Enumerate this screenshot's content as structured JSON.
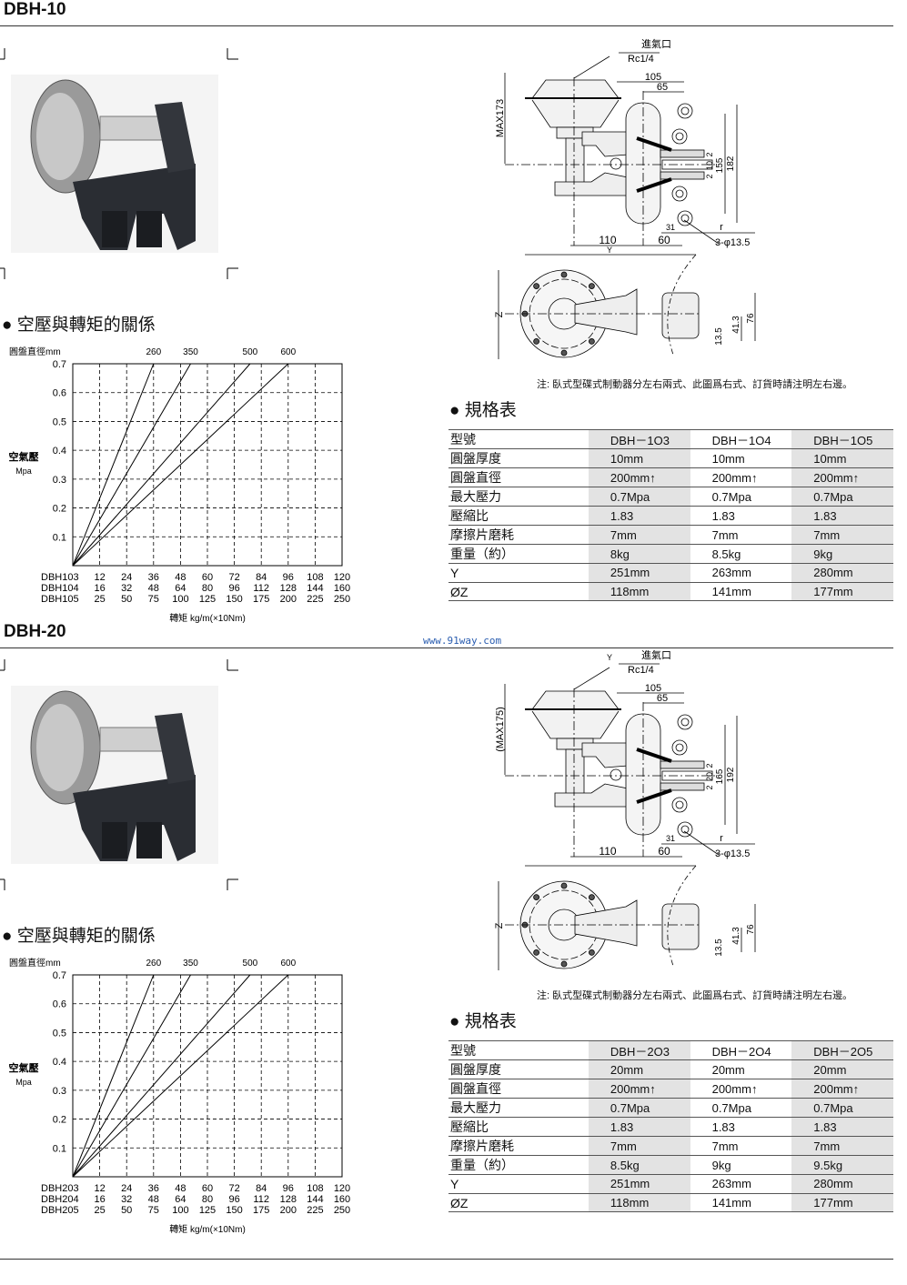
{
  "watermark": "www.91way.com",
  "sections": [
    {
      "title": "DBH-10",
      "chart_heading": "● 空壓與轉矩的關係",
      "spec_heading": "● 規格表",
      "note": "注: 臥式型碟式制動器分左右兩式、此圖爲右式、訂貨時請注明左右邊。",
      "drawing": {
        "inlet": "進氣口",
        "inlet_thread": "Rc1/4",
        "max_height": "MAX173",
        "dim_105": "105",
        "dim_65": "65",
        "dim_2a": "2",
        "dim_gap": "10",
        "dim_2b": "2",
        "dim_inner": "155",
        "dim_outer": "182",
        "dim_31": "31",
        "dim_r": "r",
        "dim_110": "110",
        "dim_60": "60",
        "dim_y": "Y",
        "holes": "3-φ13.5",
        "dim_z": "Z",
        "dim_76": "76",
        "dim_413": "41.3",
        "dim_135": "13.5"
      },
      "chart_data": {
        "type": "line",
        "title": "空壓與轉矩的關係",
        "top_label": "圓盤直徑mm",
        "ylabel": "空氣壓",
        "yunit": "Mpa",
        "xlabel": "轉矩 kg/m(×10Nm)",
        "ylim": [
          0,
          0.7
        ],
        "xlim": [
          0,
          120
        ],
        "grid": true,
        "yticks": [
          "0.1",
          "0.2",
          "0.3",
          "0.4",
          "0.5",
          "0.6",
          "0.7"
        ],
        "x_rows": [
          {
            "model": "DBH103",
            "ticks": [
              "12",
              "24",
              "36",
              "48",
              "60",
              "72",
              "84",
              "96",
              "108",
              "120"
            ]
          },
          {
            "model": "DBH104",
            "ticks": [
              "16",
              "32",
              "48",
              "64",
              "80",
              "96",
              "112",
              "128",
              "144",
              "160"
            ]
          },
          {
            "model": "DBH105",
            "ticks": [
              "25",
              "50",
              "75",
              "100",
              "125",
              "150",
              "175",
              "200",
              "225",
              "250"
            ]
          }
        ],
        "series": [
          {
            "name": "260",
            "points": [
              [
                0,
                0
              ],
              [
                36,
                0.7
              ]
            ]
          },
          {
            "name": "350",
            "points": [
              [
                0,
                0
              ],
              [
                52.5,
                0.7
              ]
            ]
          },
          {
            "name": "500",
            "points": [
              [
                0,
                0
              ],
              [
                79,
                0.7
              ]
            ]
          },
          {
            "name": "600",
            "points": [
              [
                0,
                0
              ],
              [
                96,
                0.7
              ]
            ]
          }
        ]
      },
      "spec_table": [
        [
          "型號",
          "DBH－1O3",
          "DBH－1O4",
          "DBH－1O5"
        ],
        [
          "圓盤厚度",
          "10mm",
          "10mm",
          "10mm"
        ],
        [
          "圓盤直徑",
          "200mm↑",
          "200mm↑",
          "200mm↑"
        ],
        [
          "最大壓力",
          "0.7Mpa",
          "0.7Mpa",
          "0.7Mpa"
        ],
        [
          "壓縮比",
          "1.83",
          "1.83",
          "1.83"
        ],
        [
          "摩擦片磨耗",
          "7mm",
          "7mm",
          "7mm"
        ],
        [
          "重量（約）",
          "8kg",
          "8.5kg",
          "9kg"
        ],
        [
          " Y",
          "251mm",
          "263mm",
          "280mm"
        ],
        [
          "ØZ",
          "118mm",
          "141mm",
          "177mm"
        ]
      ]
    },
    {
      "title": "DBH-20",
      "chart_heading": "● 空壓與轉矩的關係",
      "spec_heading": "● 規格表",
      "note": "注: 臥式型碟式制動器分左右兩式、此圖爲右式、訂貨時請注明左右邊。",
      "drawing": {
        "inlet": "進氣口",
        "inlet_thread": "Rc1/4",
        "max_height": "(MAX175)",
        "dim_105": "105",
        "dim_65": "65",
        "dim_2a": "2",
        "dim_gap": "20",
        "dim_2b": "2",
        "dim_inner": "165",
        "dim_outer": "192",
        "dim_31": "31",
        "dim_r": "r",
        "dim_110": "110",
        "dim_60": "60",
        "dim_y": "Y",
        "holes": "3-φ13.5",
        "dim_z": "Z",
        "dim_76": "76",
        "dim_413": "41.3",
        "dim_135": "13.5"
      },
      "chart_data": {
        "type": "line",
        "title": "空壓與轉矩的關係",
        "top_label": "圓盤直徑mm",
        "ylabel": "空氣壓",
        "yunit": "Mpa",
        "xlabel": "轉矩 kg/m(×10Nm)",
        "ylim": [
          0,
          0.7
        ],
        "xlim": [
          0,
          120
        ],
        "grid": true,
        "yticks": [
          "0.1",
          "0.2",
          "0.3",
          "0.4",
          "0.5",
          "0.6",
          "0.7"
        ],
        "x_rows": [
          {
            "model": "DBH203",
            "ticks": [
              "12",
              "24",
              "36",
              "48",
              "60",
              "72",
              "84",
              "96",
              "108",
              "120"
            ]
          },
          {
            "model": "DBH204",
            "ticks": [
              "16",
              "32",
              "48",
              "64",
              "80",
              "96",
              "112",
              "128",
              "144",
              "160"
            ]
          },
          {
            "model": "DBH205",
            "ticks": [
              "25",
              "50",
              "75",
              "100",
              "125",
              "150",
              "175",
              "200",
              "225",
              "250"
            ]
          }
        ],
        "series": [
          {
            "name": "260",
            "points": [
              [
                0,
                0
              ],
              [
                36,
                0.7
              ]
            ]
          },
          {
            "name": "350",
            "points": [
              [
                0,
                0
              ],
              [
                52.5,
                0.7
              ]
            ]
          },
          {
            "name": "500",
            "points": [
              [
                0,
                0
              ],
              [
                79,
                0.7
              ]
            ]
          },
          {
            "name": "600",
            "points": [
              [
                0,
                0
              ],
              [
                96,
                0.7
              ]
            ]
          }
        ]
      },
      "spec_table": [
        [
          "型號",
          "DBH－2O3",
          "DBH－2O4",
          "DBH－2O5"
        ],
        [
          "圓盤厚度",
          "20mm",
          "20mm",
          "20mm"
        ],
        [
          "圓盤直徑",
          "200mm↑",
          "200mm↑",
          "200mm↑"
        ],
        [
          "最大壓力",
          "0.7Mpa",
          "0.7Mpa",
          "0.7Mpa"
        ],
        [
          "壓縮比",
          "1.83",
          "1.83",
          "1.83"
        ],
        [
          "摩擦片磨耗",
          "7mm",
          "7mm",
          "7mm"
        ],
        [
          "重量（約）",
          "8.5kg",
          "9kg",
          "9.5kg"
        ],
        [
          " Y",
          "251mm",
          "263mm",
          "280mm"
        ],
        [
          "ØZ",
          "118mm",
          "141mm",
          "177mm"
        ]
      ]
    }
  ]
}
